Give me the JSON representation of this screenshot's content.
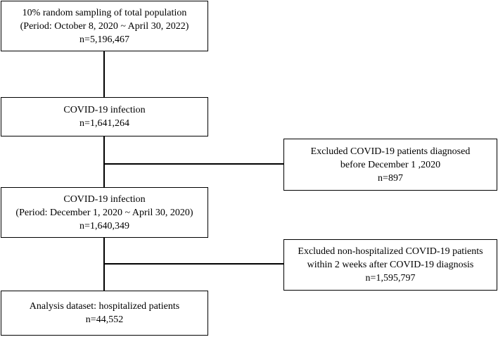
{
  "flowchart": {
    "step1": {
      "line1": "10% random sampling of total population",
      "line2": "(Period: October 8, 2020 ~ April 30, 2022)",
      "line3": "n=5,196,467"
    },
    "step2": {
      "line1": "COVID-19 infection",
      "line2": "n=1,641,264"
    },
    "exclusion1": {
      "line1": "Excluded COVID-19 patients diagnosed",
      "line2": "before December 1 ,2020",
      "line3": "n=897"
    },
    "step3": {
      "line1": "COVID-19 infection",
      "line2": "(Period: December 1, 2020 ~ April 30, 2020)",
      "line3": "n=1,640,349"
    },
    "exclusion2": {
      "line1": "Excluded non-hospitalized COVID-19 patients",
      "line2": "within 2 weeks after COVID-19 diagnosis",
      "line3": "n=1,595,797"
    },
    "step4": {
      "line1": "Analysis dataset: hospitalized patients",
      "line2": "n=44,552"
    }
  }
}
